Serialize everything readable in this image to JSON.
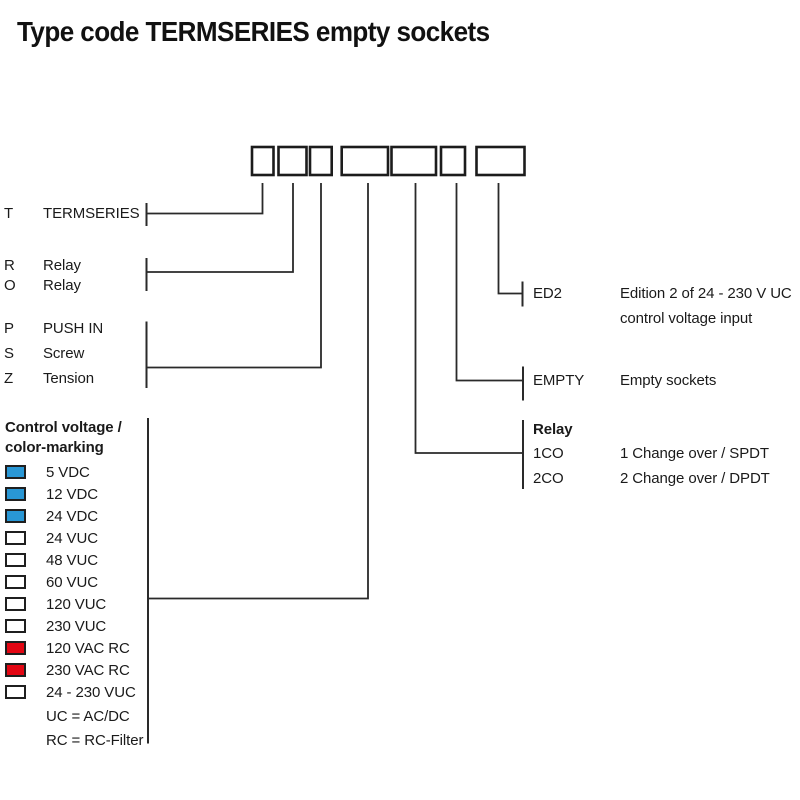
{
  "title": "Type code TERMSERIES empty sockets",
  "type_code": {
    "box_count": 7,
    "positions": [
      {
        "code": "T",
        "label": "TERMSERIES"
      },
      {
        "code": "R",
        "label": "Relay"
      },
      {
        "code": "O",
        "label": "Relay"
      },
      {
        "code": "P",
        "label": "PUSH IN"
      },
      {
        "code": "S",
        "label": "Screw"
      },
      {
        "code": "Z",
        "label": "Tension"
      }
    ]
  },
  "control_voltage": {
    "heading_line1": "Control voltage /",
    "heading_line2": "color-marking",
    "items": [
      {
        "label": "5 VDC",
        "swatch": "blue",
        "color": "#2997d5"
      },
      {
        "label": "12 VDC",
        "swatch": "blue",
        "color": "#2997d5"
      },
      {
        "label": "24 VDC",
        "swatch": "blue",
        "color": "#2997d5"
      },
      {
        "label": "24 VUC",
        "swatch": "white",
        "color": "#ffffff"
      },
      {
        "label": "48 VUC",
        "swatch": "white",
        "color": "#ffffff"
      },
      {
        "label": "60 VUC",
        "swatch": "white",
        "color": "#ffffff"
      },
      {
        "label": "120 VUC",
        "swatch": "white",
        "color": "#ffffff"
      },
      {
        "label": "230 VUC",
        "swatch": "white",
        "color": "#ffffff"
      },
      {
        "label": "120 VAC RC",
        "swatch": "red",
        "color": "#e30613"
      },
      {
        "label": "230 VAC RC",
        "swatch": "red",
        "color": "#e30613"
      },
      {
        "label": "24 - 230 VUC",
        "swatch": "white",
        "color": "#ffffff"
      }
    ],
    "notes": [
      "UC = AC/DC",
      "RC = RC-Filter"
    ]
  },
  "right_column": {
    "ed2": {
      "code": "ED2",
      "desc_line1": "Edition 2 of 24 - 230 V UC",
      "desc_line2": "control voltage input"
    },
    "empty": {
      "code": "EMPTY",
      "desc": "Empty sockets"
    },
    "relay": {
      "heading": "Relay",
      "options": [
        {
          "code": "1CO",
          "desc": "1 Change over / SPDT"
        },
        {
          "code": "2CO",
          "desc": "2 Change over / DPDT"
        }
      ]
    }
  }
}
